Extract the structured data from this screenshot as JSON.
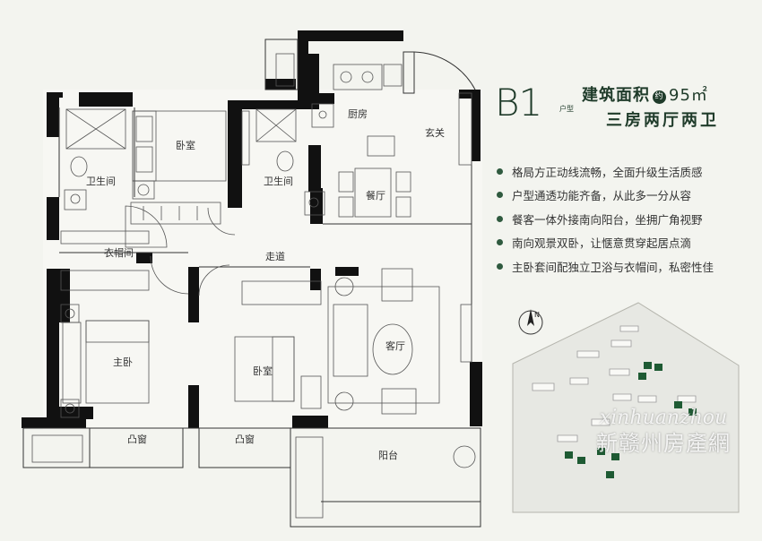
{
  "unit": {
    "code": "B1",
    "code_sub": "户型"
  },
  "area": {
    "label": "建筑面积",
    "approx": "约",
    "value": "95㎡"
  },
  "layout": "三房两厅两卫",
  "features": [
    "格局方正动线流畅，全面升级生活质感",
    "户型通透功能齐备，从此多一分从容",
    "餐客一体外接南向阳台，坐拥广角视野",
    "南向观景双卧，让惬意贯穿起居点滴",
    "主卧套间配独立卫浴与衣帽间，私密性佳"
  ],
  "rooms": {
    "bedroom_north": "卧室",
    "bath_left": "卫生间",
    "bath_mid": "卫生间",
    "kitchen": "厨房",
    "entrance": "玄关",
    "dining": "餐厅",
    "closet": "衣帽间",
    "corridor": "走道",
    "master": "主卧",
    "bedroom_south": "卧室",
    "living": "客厅",
    "bay1": "凸窗",
    "bay2": "凸窗",
    "balcony": "阳台"
  },
  "compass": "N",
  "watermark": {
    "en": "xinhuanzhou",
    "cn": "新赣州房產網"
  },
  "colors": {
    "brand": "#1f3b2a",
    "bullet": "#2f5a3f",
    "highlight": "#1e5a33"
  }
}
